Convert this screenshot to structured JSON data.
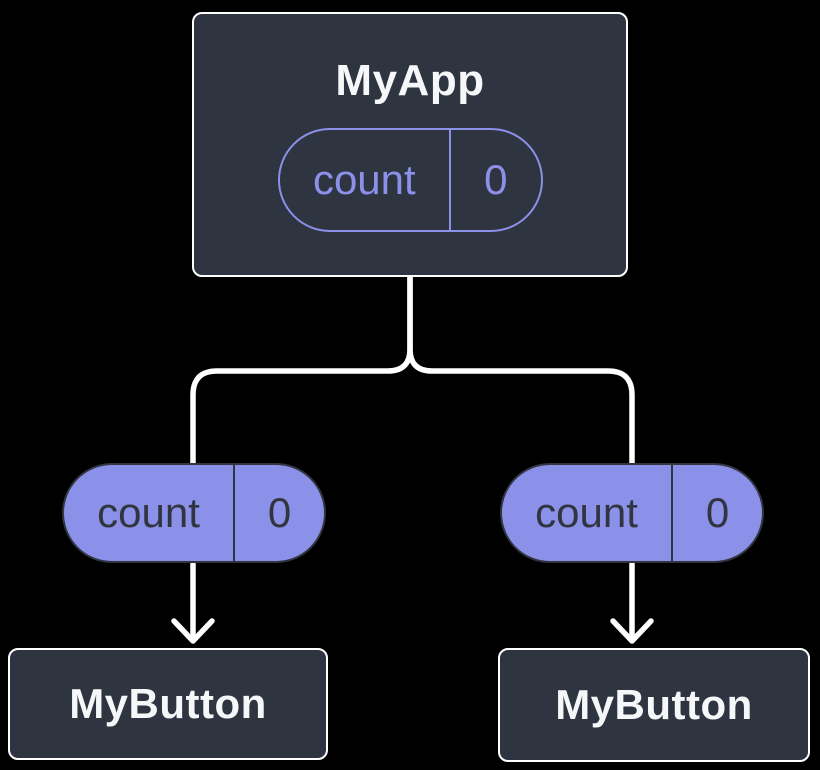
{
  "colors": {
    "canvas_bg": "#000000",
    "node_fill": "#2E3440",
    "node_border": "#FFFFFF",
    "node_text": "#F6F7F9",
    "accent": "#8B90E9",
    "pill_dark": "#30353F",
    "wire": "#FFFFFF"
  },
  "tree": {
    "root": {
      "label": "MyApp",
      "state": {
        "name": "count",
        "value": "0"
      }
    },
    "props": {
      "left": {
        "name": "count",
        "value": "0"
      },
      "right": {
        "name": "count",
        "value": "0"
      }
    },
    "children": {
      "left": {
        "label": "MyButton"
      },
      "right": {
        "label": "MyButton"
      }
    }
  }
}
